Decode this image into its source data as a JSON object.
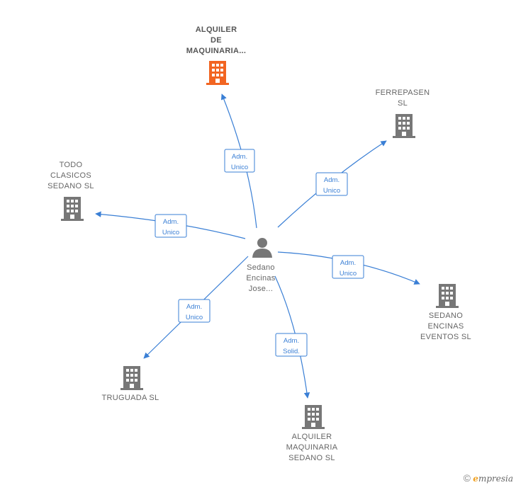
{
  "center": {
    "label_lines": [
      "Sedano",
      "Encinas",
      "Jose..."
    ],
    "icon": "person-icon"
  },
  "nodes": [
    {
      "id": "alquiler-maquinaria-top",
      "label_lines": [
        "ALQUILER",
        "DE",
        "MAQUINARIA..."
      ],
      "icon": "building-icon",
      "color": "#f26522",
      "highlight": true
    },
    {
      "id": "ferrepasen",
      "label_lines": [
        "FERREPASEN",
        "SL"
      ],
      "icon": "building-icon",
      "color": "#777777"
    },
    {
      "id": "todo-clasicos",
      "label_lines": [
        "TODO",
        "CLASICOS",
        "SEDANO SL"
      ],
      "icon": "building-icon",
      "color": "#777777"
    },
    {
      "id": "sedano-encinas-eventos",
      "label_lines": [
        "SEDANO",
        "ENCINAS",
        "EVENTOS SL"
      ],
      "icon": "building-icon",
      "color": "#777777"
    },
    {
      "id": "truguada",
      "label_lines": [
        "TRUGUADA SL"
      ],
      "icon": "building-icon",
      "color": "#777777"
    },
    {
      "id": "alquiler-maquinaria-sedano",
      "label_lines": [
        "ALQUILER",
        "MAQUINARIA",
        "SEDANO SL"
      ],
      "icon": "building-icon",
      "color": "#777777"
    }
  ],
  "edges": [
    {
      "to": "alquiler-maquinaria-top",
      "label_lines": [
        "Adm.",
        "Unico"
      ]
    },
    {
      "to": "ferrepasen",
      "label_lines": [
        "Adm.",
        "Unico"
      ]
    },
    {
      "to": "todo-clasicos",
      "label_lines": [
        "Adm.",
        "Unico"
      ]
    },
    {
      "to": "sedano-encinas-eventos",
      "label_lines": [
        "Adm.",
        "Unico"
      ]
    },
    {
      "to": "truguada",
      "label_lines": [
        "Adm.",
        "Unico"
      ]
    },
    {
      "to": "alquiler-maquinaria-sedano",
      "label_lines": [
        "Adm.",
        "Solid."
      ]
    }
  ],
  "colors": {
    "edge": "#3a7fd5",
    "highlight": "#f26522",
    "node": "#777777"
  },
  "footer": {
    "copyright": "©",
    "brand_initial": "e",
    "brand_rest": "mpresia"
  }
}
